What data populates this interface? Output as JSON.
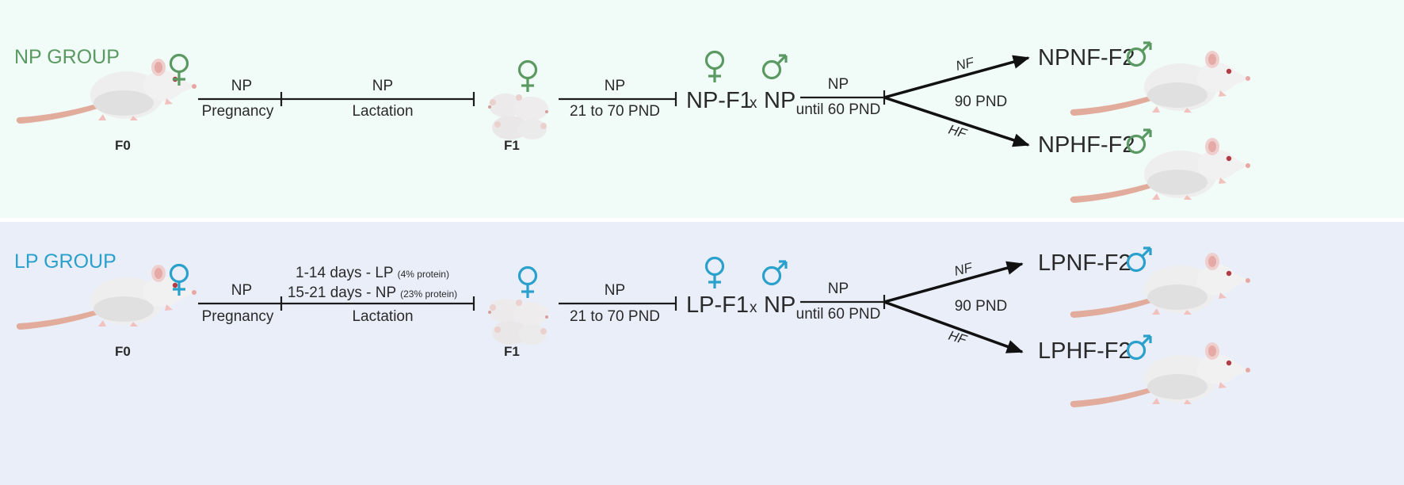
{
  "colors": {
    "np": "#5a9a62",
    "lp": "#2aa0cc",
    "np_bg": "#f1fbf7",
    "lp_bg": "#e9eef8"
  },
  "icons": {
    "female": "female-symbol-icon",
    "male": "male-symbol-icon",
    "rat": "rat-icon",
    "pups": "rat-pups-icon"
  },
  "rows": [
    {
      "group": "NP GROUP",
      "f0": "F0",
      "f1": "F1",
      "preg_diet": "NP",
      "preg_label": "Pregnancy",
      "lact_diet": "NP",
      "lact_label": "Lactation",
      "post_diet": "NP",
      "post_label": "21 to 70 PND",
      "cross_left": "NP-F1",
      "cross_x": "x",
      "cross_right": "NP",
      "mating_diet": "NP",
      "mating_label": "until 60 PND",
      "branch_upper": "NF",
      "branch_lower": "HF",
      "age": "90 PND",
      "out_upper": "NPNF-F2",
      "out_lower": "NPHF-F2"
    },
    {
      "group": "LP GROUP",
      "f0": "F0",
      "f1": "F1",
      "preg_diet": "NP",
      "preg_label": "Pregnancy",
      "lact_line1_main": "1-14 days - LP",
      "lact_line1_note": "(4% protein)",
      "lact_line2_main": "15-21 days - NP",
      "lact_line2_note": "(23% protein)",
      "lact_label": "Lactation",
      "post_diet": "NP",
      "post_label": "21 to 70 PND",
      "cross_left": "LP-F1",
      "cross_x": "x",
      "cross_right": "NP",
      "mating_diet": "NP",
      "mating_label": "until 60 PND",
      "branch_upper": "NF",
      "branch_lower": "HF",
      "age": "90 PND",
      "out_upper": "LPNF-F2",
      "out_lower": "LPHF-F2"
    }
  ]
}
